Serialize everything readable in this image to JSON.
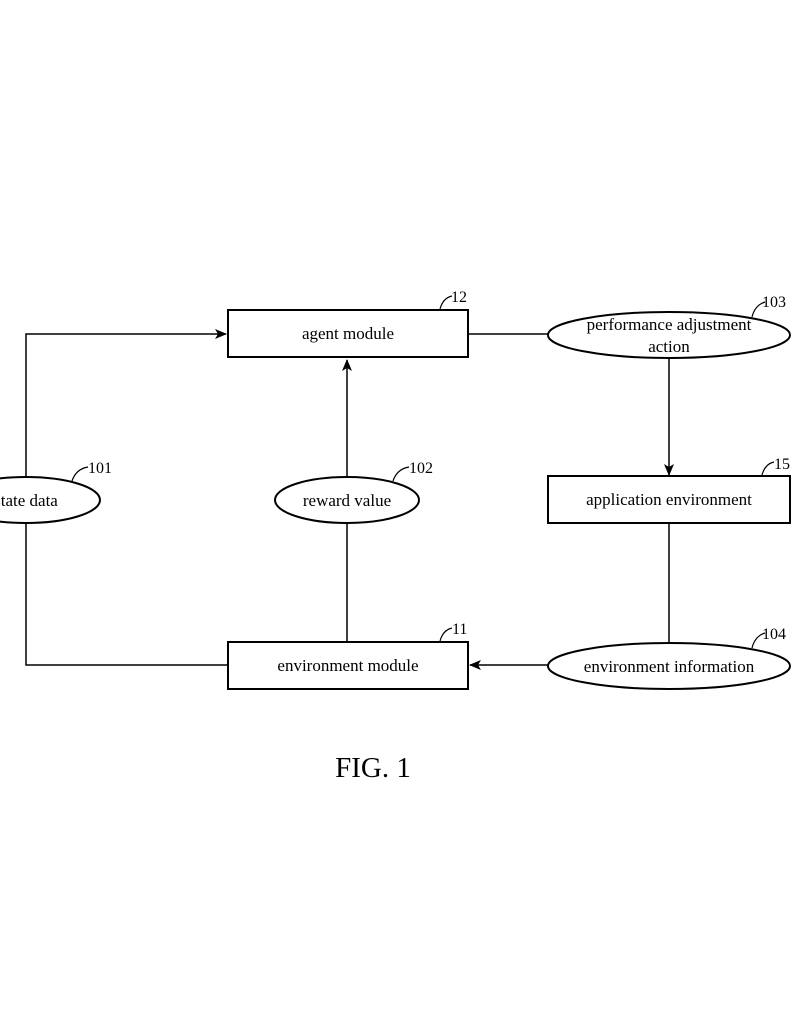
{
  "figure": {
    "caption": "FIG. 1"
  },
  "nodes": {
    "agent_module": {
      "label": "agent module",
      "ref": "12"
    },
    "environment_module": {
      "label": "environment module",
      "ref": "11"
    },
    "application_environment": {
      "label": "application environment",
      "ref": "15"
    },
    "state_data": {
      "label": "state data",
      "ref": "101"
    },
    "reward_value": {
      "label": "reward value",
      "ref": "102"
    },
    "performance_adjustment_action": {
      "label_line1": "performance adjustment",
      "label_line2": "action",
      "ref": "103"
    },
    "environment_information": {
      "label": "environment information",
      "ref": "104"
    }
  },
  "edges": [
    {
      "from": "environment_module",
      "to": "agent_module",
      "via": "state_data",
      "arrow": "agent_module"
    },
    {
      "from": "environment_module",
      "to": "agent_module",
      "via": "reward_value",
      "arrow": "agent_module"
    },
    {
      "from": "agent_module",
      "to": "application_environment",
      "via": "performance_adjustment_action",
      "arrow": "application_environment"
    },
    {
      "from": "application_environment",
      "to": "environment_module",
      "via": "environment_information",
      "arrow": "environment_module"
    }
  ]
}
